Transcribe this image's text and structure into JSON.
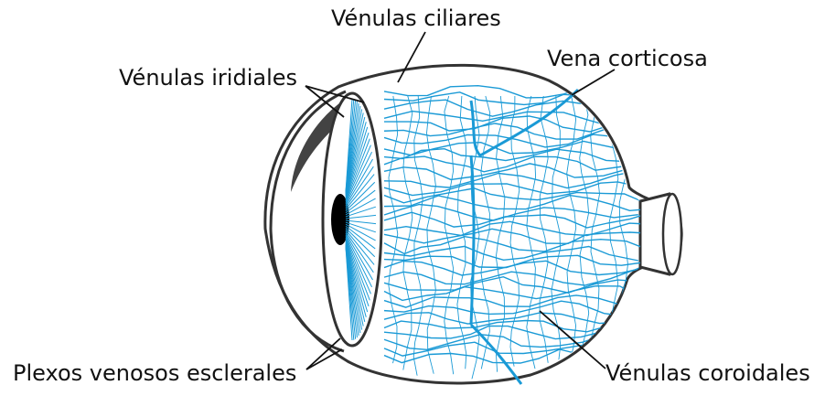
{
  "labels": {
    "ciliary_venules": "Vénulas ciliares",
    "iris_venules": "Vénulas iridiales",
    "vortex_vein": "Vena corticosa",
    "scleral_plexus": "Plexos venosos esclerales",
    "choroidal_venules": "Vénulas coroidales"
  },
  "colors": {
    "vessel": "#1a9ad6",
    "outline": "#333333",
    "leader": "#111111",
    "background": "#ffffff"
  }
}
